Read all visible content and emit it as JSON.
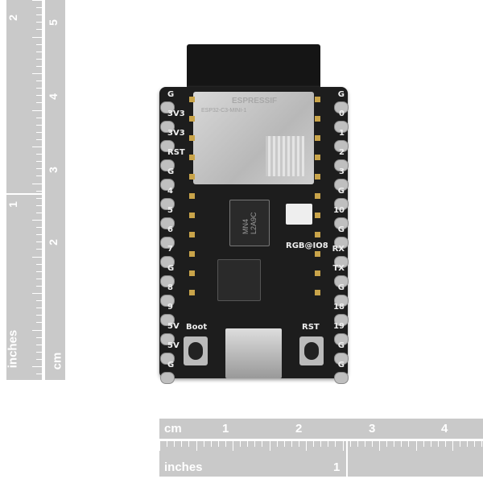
{
  "left_ruler": {
    "unit_inches": "inches",
    "unit_cm": "cm",
    "inch_numbers": [
      "2",
      "1"
    ],
    "cm_numbers": [
      "5",
      "4",
      "3",
      "2"
    ]
  },
  "bottom_ruler": {
    "unit_cm": "cm",
    "unit_inches": "inches",
    "cm_numbers": [
      "1",
      "2",
      "3",
      "4"
    ],
    "inch_numbers": [
      "1"
    ]
  },
  "board": {
    "module_brand": "ESPRESSIF",
    "module_model": "ESP32-C3-MINI-1",
    "regulator_marking": "MN4 L2A9C",
    "left_pins": [
      "G",
      "3V3",
      "3V3",
      "RST",
      "G",
      "4",
      "5",
      "6",
      "7",
      "G",
      "8",
      "9",
      "5V",
      "5V",
      "G"
    ],
    "right_pins": [
      "G",
      "0",
      "1",
      "2",
      "3",
      "G",
      "10",
      "G",
      "RX",
      "TX",
      "G",
      "18",
      "19",
      "G",
      "G"
    ],
    "rgb_label": "RGB@IO8",
    "boot_label": "Boot",
    "rst_label": "RST"
  }
}
